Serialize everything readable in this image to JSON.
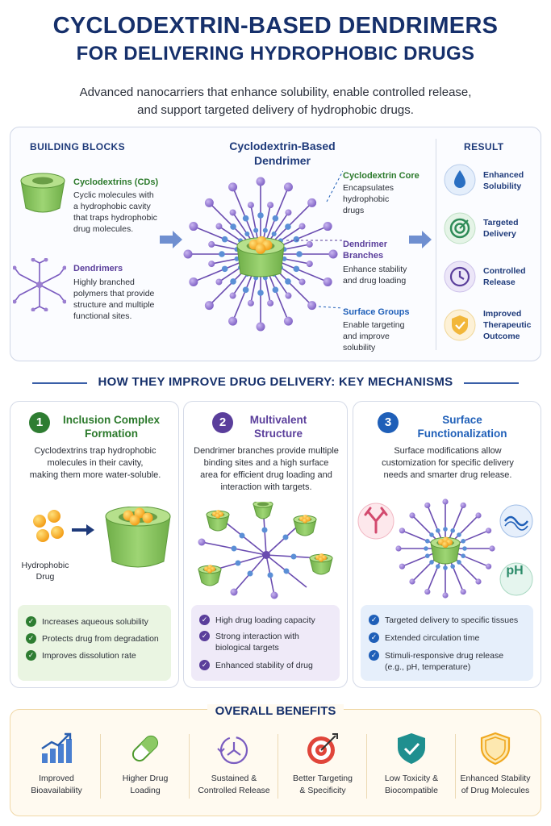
{
  "header": {
    "title_line1": "CYCLODEXTRIN-BASED DENDRIMERS",
    "title_line2": "FOR DELIVERING HYDROPHOBIC DRUGS",
    "subtitle_line1": "Advanced nanocarriers that enhance solubility, enable controlled release,",
    "subtitle_line2": "and support targeted delivery of hydrophobic drugs."
  },
  "building_blocks": {
    "heading": "BUILDING BLOCKS",
    "cd_title": "Cyclodextrins (CDs)",
    "cd_desc": [
      "Cyclic molecules with",
      "a hydrophobic cavity",
      "that traps hydrophobic",
      "drug molecules."
    ],
    "dend_title": "Dendrimers",
    "dend_desc": [
      "Highly branched",
      "polymers that provide",
      "structure and multiple",
      "functional sites."
    ]
  },
  "center": {
    "title_line1": "Cyclodextrin-Based",
    "title_line2": "Dendrimer",
    "core_title": "Cyclodextrin Core",
    "core_desc": [
      "Encapsulates",
      "hydrophobic",
      "drugs"
    ],
    "branch_title_line1": "Dendrimer",
    "branch_title_line2": "Branches",
    "branch_desc": [
      "Enhance stability",
      "and drug loading"
    ],
    "surface_title": "Surface Groups",
    "surface_desc": [
      "Enable targeting",
      "and improve",
      "solubility"
    ]
  },
  "result": {
    "heading": "RESULT",
    "items": [
      {
        "l1": "Enhanced",
        "l2": "Solubility",
        "l3": "",
        "icon": "drop-icon"
      },
      {
        "l1": "Targeted",
        "l2": "Delivery",
        "l3": "",
        "icon": "target-icon"
      },
      {
        "l1": "Controlled",
        "l2": "Release",
        "l3": "",
        "icon": "clock-icon"
      },
      {
        "l1": "Improved",
        "l2": "Therapeutic",
        "l3": "Outcome",
        "icon": "shield-check-icon"
      }
    ]
  },
  "mechanisms": {
    "heading": "HOW THEY IMPROVE DRUG DELIVERY: KEY MECHANISMS",
    "cards": [
      {
        "num": "1",
        "title_l1": "Inclusion Complex",
        "title_l2": "Formation",
        "desc": [
          "Cyclodextrins trap hydrophobic",
          "molecules in their cavity,",
          "making them more water-soluble."
        ],
        "drug_label_l1": "Hydrophobic",
        "drug_label_l2": "Drug",
        "items": [
          "Increases aqueous solubility",
          "Protects drug from degradation",
          "Improves dissolution rate"
        ]
      },
      {
        "num": "2",
        "title_l1": "Multivalent",
        "title_l2": "Structure",
        "desc": [
          "Dendrimer branches provide multiple",
          "binding sites and a high surface",
          "area for efficient drug loading and",
          "interaction with targets."
        ],
        "items": [
          "High drug loading capacity",
          "Strong interaction with",
          "biological targets",
          "Enhanced stability of drug"
        ]
      },
      {
        "num": "3",
        "title_l1": "Surface",
        "title_l2": "Functionalization",
        "desc": [
          "Surface modifications allow",
          "customization for specific delivery",
          "needs and smarter drug release."
        ],
        "ph_label": "pH",
        "items": [
          "Targeted delivery to specific tissues",
          "Extended circulation time",
          "Stimuli-responsive drug release",
          "(e.g., pH, temperature)"
        ]
      }
    ]
  },
  "benefits": {
    "heading": "OVERALL BENEFITS",
    "items": [
      {
        "l1": "Improved",
        "l2": "Bioavailability",
        "icon": "bar-chart-icon"
      },
      {
        "l1": "Higher Drug",
        "l2": "Loading",
        "icon": "capsule-icon"
      },
      {
        "l1": "Sustained &",
        "l2": "Controlled Release",
        "icon": "timer-icon"
      },
      {
        "l1": "Better Targeting",
        "l2": "& Specificity",
        "icon": "target-icon"
      },
      {
        "l1": "Low Toxicity &",
        "l2": "Biocompatible",
        "icon": "shield-check-icon"
      },
      {
        "l1": "Enhanced Stability",
        "l2": "of Drug Molecules",
        "icon": "shield-icon"
      }
    ]
  },
  "colors": {
    "navy": "#16306b",
    "green": "#2c7a2c",
    "purple": "#5a3e9b",
    "blue": "#1f5fb8",
    "cd_green": "#8cc964",
    "node_purple": "#9b7fd1"
  }
}
